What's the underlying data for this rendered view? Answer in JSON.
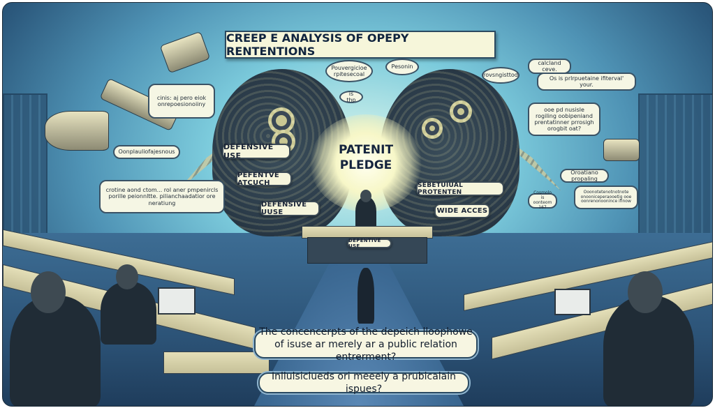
{
  "title": "CREEP E ANALYSIS OF OPEPY RENTENTIONS",
  "center": {
    "line1": "PATENIT",
    "line2": "PLEDGE"
  },
  "labels": {
    "defensive_use": "DEFENSIVE USE",
    "pefentve_atcuch": "PEFENTVE ATCUCH",
    "defensive_uuse": "DEFENSIVE UUSE",
    "sebetuiual_protenten": "SEBETUIUAL PROTENTEN",
    "wide_acces": "WIDE ACCES",
    "desk_label": "DEPENTIVE USE"
  },
  "bubbles": {
    "top_center_1": "Pouvergicioe rpitesecoal",
    "top_center_2": "Pesonin",
    "top_center_3": "is thp",
    "top_right_1": "rovsngisttod",
    "top_right_2": "calcland ceve.",
    "top_right_3": "Os is prlrpuetaine ifiterval' your.",
    "left_1": "cinis: aj pero eiok onrepoesionoiiny",
    "left_2": "Oonplauliofajesnous",
    "left_3": "crotine aond ctom... rol aner pmpenircls porille peionnltte. pilianchaadatior ore neratiung",
    "right_1": "ooe pd nusisle rogiling oobipeniand prentatinner prrosigh orogbit oat?",
    "right_2": "Oroatiano propaling",
    "right_3": "Cosmolo is oonteom 167",
    "right_4": "Ooonotetenotnotnote onooniceperaooetig ooe oonrenonoonince ifinow"
  },
  "questions": {
    "q1": "The concencerpts of  the depeich lloophowe of isuse ar merely ar  a public relation entrerment?",
    "q2": "Inllulsiclueds ori meeely a prubicalain ispues?"
  }
}
